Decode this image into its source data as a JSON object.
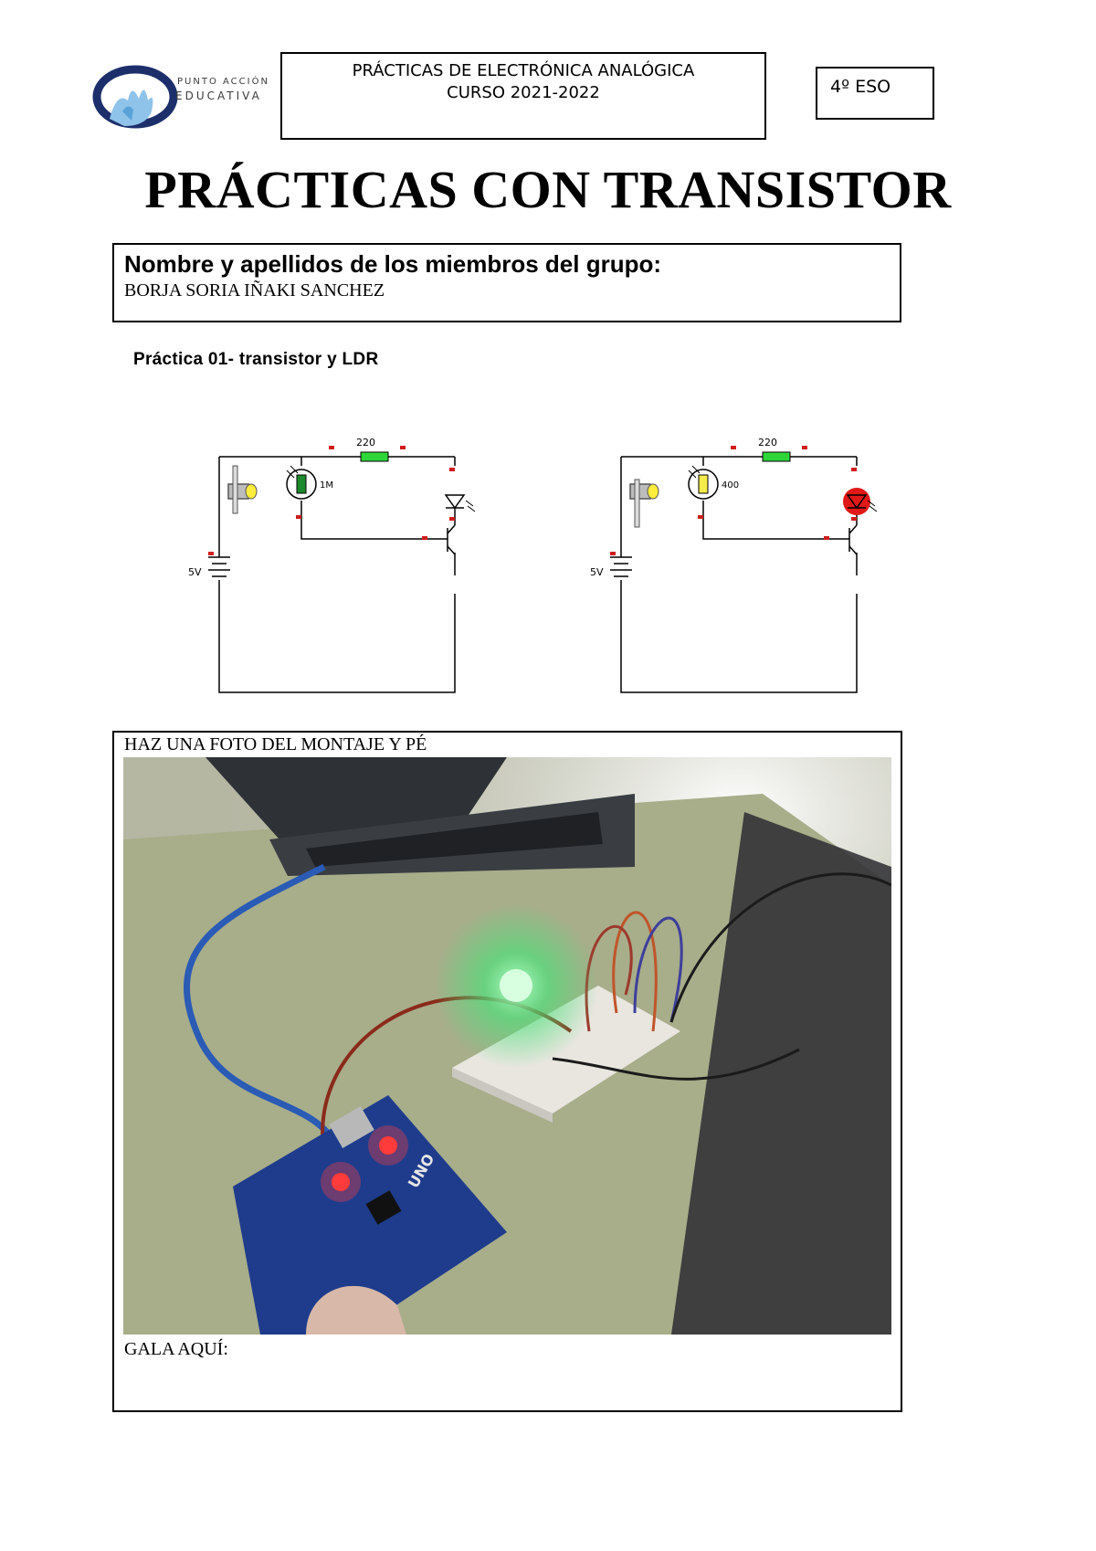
{
  "logo": {
    "line1": "PUNTO ACCIÓN",
    "line2": "EDUCATIVA"
  },
  "header": {
    "line1": "PRÁCTICAS DE ELECTRÓNICA ANALÓGICA",
    "line2": "CURSO 2021-2022",
    "level": "4º ESO"
  },
  "title": "PRÁCTICAS CON TRANSISTOR",
  "group": {
    "label": "Nombre y apellidos de los miembros del grupo:",
    "members": "BORJA SORIA IÑAKI SANCHEZ"
  },
  "practice": {
    "title": "Práctica 01- transistor y LDR"
  },
  "circuits": {
    "left": {
      "resistor": "220",
      "ldr": "1M",
      "battery": "5V"
    },
    "right": {
      "resistor": "220",
      "ldr": "400",
      "battery": "5V"
    }
  },
  "photo": {
    "caption_top": "HAZ UNA FOTO DEL MONTAJE Y PÉ",
    "caption_bottom": "GALA AQUÍ:",
    "board_label": "UNO"
  }
}
